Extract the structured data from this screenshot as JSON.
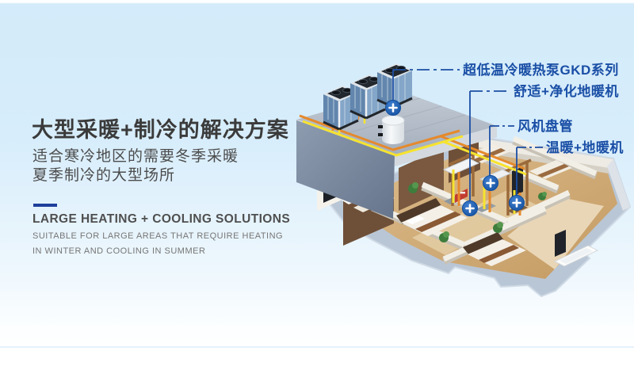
{
  "banner": {
    "background_top_color": "#d4ecfa",
    "background_bottom_color": "#ffffff"
  },
  "intro": {
    "title": "大型采暖+制冷的解决方案",
    "subtitle_line1": "适合寒冷地区的需要冬季采暖",
    "subtitle_line2": "夏季制冷的大型场所",
    "accent_bar_color": "#1e3f9b",
    "en_title": "LARGE HEATING + COOLING SOLUTIONS",
    "en_subtitle_line1": "SUITABLE FOR LARGE AREAS THAT REQUIRE HEATING",
    "en_subtitle_line2": "IN WINTER AND COOLING IN SUMMER"
  },
  "diagram": {
    "description": "Isometric cutaway of a large building with three rooftop heat pump units, buffer tank, yellow and orange piping running into furnished rooms",
    "label_color": "#1a4fa6",
    "callout_line_color": "#1c4fa4",
    "marker_color": "#1d5bb5",
    "pipe_hot_color": "#e5892c",
    "pipe_cold_color": "#f6e32f",
    "callouts": [
      {
        "id": "heat-pump-series",
        "label": "超低温冷暖热泵GKD系列"
      },
      {
        "id": "comfort-purify-floor-heater",
        "label": "舒适+净化地暖机"
      },
      {
        "id": "fan-coil-unit",
        "label": "风机盘管"
      },
      {
        "id": "warm-floor-heater",
        "label": "温暖+地暖机"
      }
    ]
  }
}
